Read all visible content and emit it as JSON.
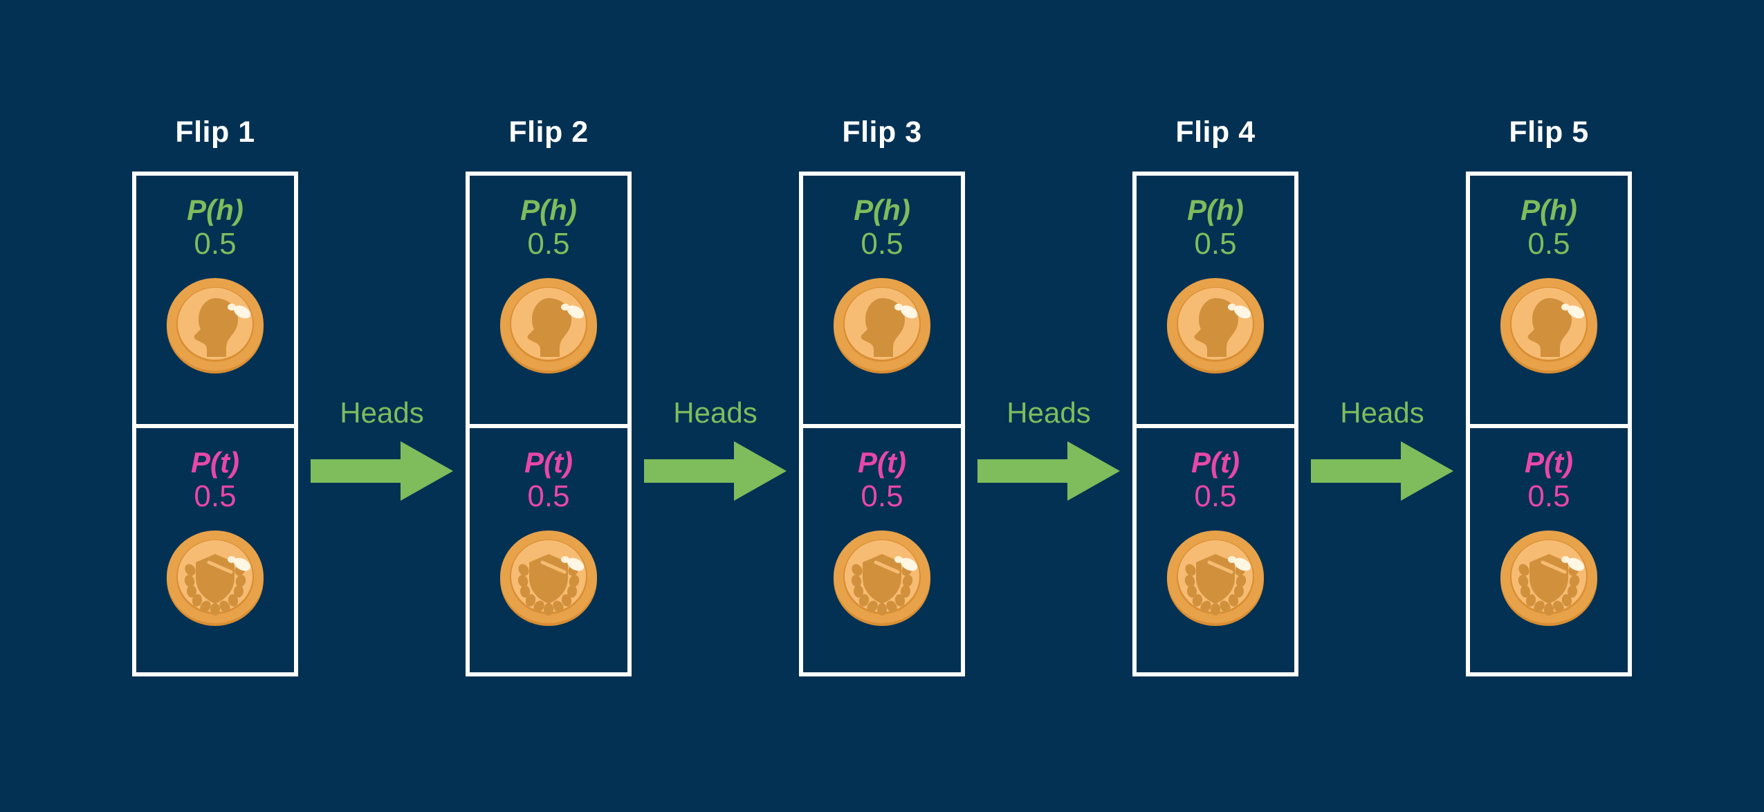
{
  "theme": {
    "background": "#023153",
    "box_border": "#ffffff",
    "title_color": "#ffffff",
    "heads_color": "#7FBC5C",
    "tails_color": "#E847A8",
    "arrow_color": "#7FBC5C",
    "coin_rim": "#E09A3C",
    "coin_face": "#F5B868",
    "coin_emblem": "#D99540",
    "coin_shine": "#FFF3DC"
  },
  "flips": [
    {
      "title": "Flip 1",
      "heads": {
        "label": "P(h)",
        "value": "0.5",
        "coin": "coin-heads-icon"
      },
      "tails": {
        "label": "P(t)",
        "value": "0.5",
        "coin": "coin-tails-icon"
      }
    },
    {
      "title": "Flip 2",
      "heads": {
        "label": "P(h)",
        "value": "0.5",
        "coin": "coin-heads-icon"
      },
      "tails": {
        "label": "P(t)",
        "value": "0.5",
        "coin": "coin-tails-icon"
      }
    },
    {
      "title": "Flip 3",
      "heads": {
        "label": "P(h)",
        "value": "0.5",
        "coin": "coin-heads-icon"
      },
      "tails": {
        "label": "P(t)",
        "value": "0.5",
        "coin": "coin-tails-icon"
      }
    },
    {
      "title": "Flip 4",
      "heads": {
        "label": "P(h)",
        "value": "0.5",
        "coin": "coin-heads-icon"
      },
      "tails": {
        "label": "P(t)",
        "value": "0.5",
        "coin": "coin-tails-icon"
      }
    },
    {
      "title": "Flip 5",
      "heads": {
        "label": "P(h)",
        "value": "0.5",
        "coin": "coin-heads-icon"
      },
      "tails": {
        "label": "P(t)",
        "value": "0.5",
        "coin": "coin-tails-icon"
      }
    }
  ],
  "connectors": [
    {
      "label": "Heads",
      "icon": "right-arrow-icon"
    },
    {
      "label": "Heads",
      "icon": "right-arrow-icon"
    },
    {
      "label": "Heads",
      "icon": "right-arrow-icon"
    },
    {
      "label": "Heads",
      "icon": "right-arrow-icon"
    }
  ]
}
